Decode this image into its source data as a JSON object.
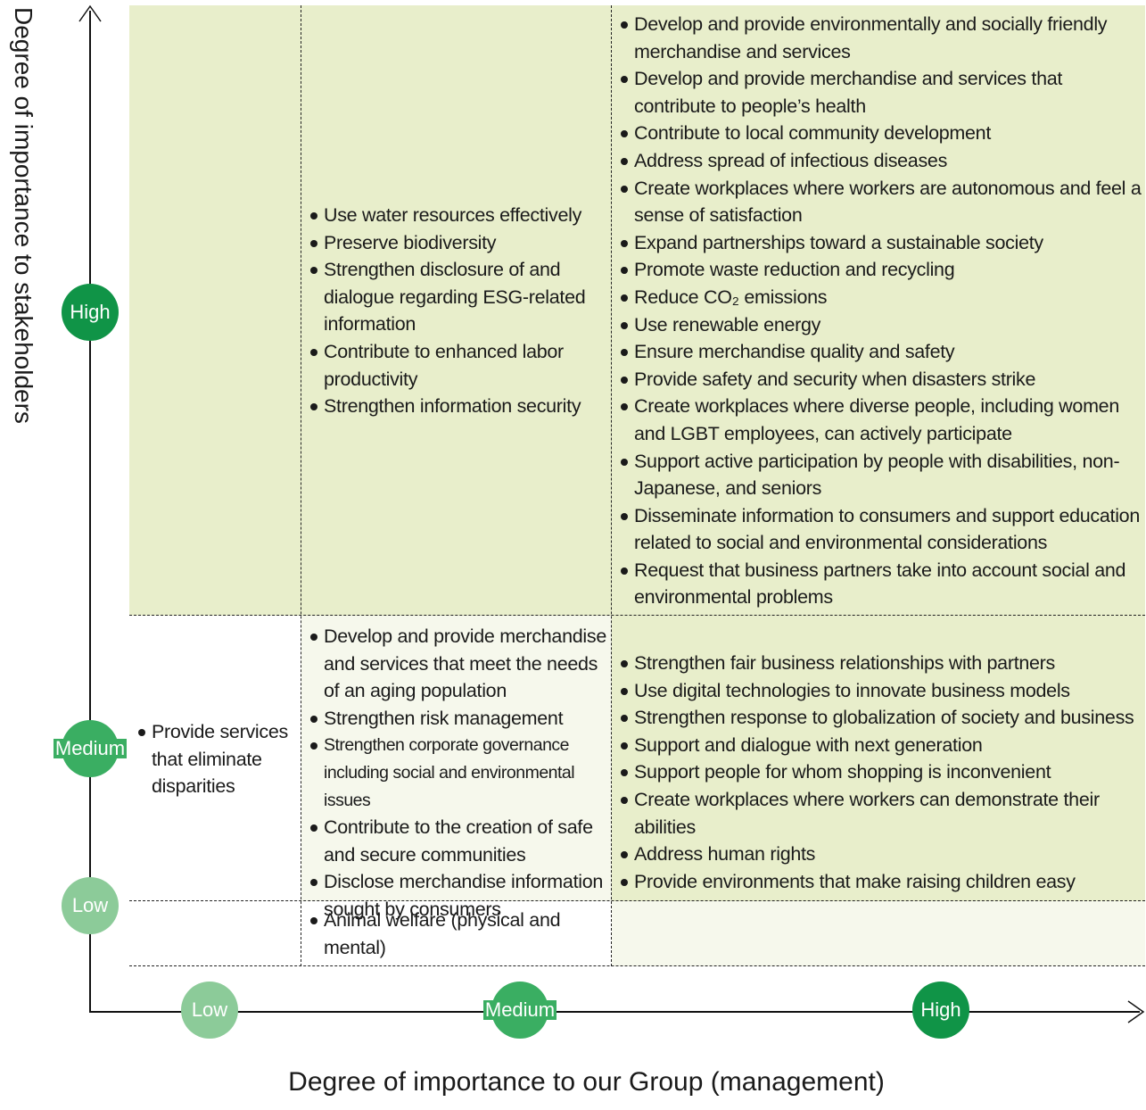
{
  "axes": {
    "y_title": "Degree of importance to stakeholders",
    "x_title": "Degree of importance to our Group (management)"
  },
  "levels": {
    "high": "High",
    "medium": "Medium",
    "low": "Low"
  },
  "cells": {
    "high_medium": [
      {
        "text": "Use water resources effectively"
      },
      {
        "text": "Preserve biodiversity"
      },
      {
        "text": "Strengthen disclosure of and dialogue regarding ESG-related information"
      },
      {
        "text": "Contribute to enhanced labor productivity"
      },
      {
        "text": "Strengthen information security"
      }
    ],
    "high_high": [
      {
        "text": "Develop and provide environmentally and socially friendly merchandise and services"
      },
      {
        "text": "Develop and provide merchandise and services that contribute to people’s health"
      },
      {
        "text": "Contribute to local community development"
      },
      {
        "text": "Address spread of infectious diseases"
      },
      {
        "text": "Create workplaces where workers are autonomous and feel a sense of satisfaction"
      },
      {
        "text": "Expand partnerships toward a sustainable society"
      },
      {
        "text": "Promote waste reduction and recycling"
      },
      {
        "text": "Reduce CO₂ emissions"
      },
      {
        "text": "Use renewable energy"
      },
      {
        "text": "Ensure merchandise quality and safety"
      },
      {
        "text": "Provide safety and security when disasters strike"
      },
      {
        "text": "Create workplaces where diverse people, including women and LGBT employees, can actively participate"
      },
      {
        "text": "Support active participation by people with disabilities, non-Japanese, and seniors"
      },
      {
        "text": "Disseminate information to consumers and support education related to social and environmental considerations"
      },
      {
        "text": "Request that business partners take into account social and environmental problems"
      }
    ],
    "medium_low": [
      {
        "text": "Provide services that eliminate disparities"
      }
    ],
    "medium_medium": [
      {
        "text": "Develop and provide merchandise and services that meet the needs of an aging population"
      },
      {
        "text": "Strengthen risk management"
      },
      {
        "text": "Strengthen corporate governance including social and environmental issues"
      },
      {
        "text": "Contribute to the creation of safe and secure communities"
      },
      {
        "text": "Disclose merchandise information sought by consumers"
      }
    ],
    "medium_high": [
      {
        "text": "Strengthen fair business relationships with partners"
      },
      {
        "text": "Use digital technologies to innovate business models"
      },
      {
        "text": "Strengthen response to globalization of society and business"
      },
      {
        "text": "Support and dialogue with next generation"
      },
      {
        "text": "Support people for whom shopping is inconvenient"
      },
      {
        "text": "Create workplaces where workers can demonstrate their abilities"
      },
      {
        "text": "Address human rights"
      },
      {
        "text": "Provide environments that make raising children easy"
      }
    ],
    "low_medium": [
      {
        "text": "Animal welfare (physical and mental)"
      }
    ]
  }
}
